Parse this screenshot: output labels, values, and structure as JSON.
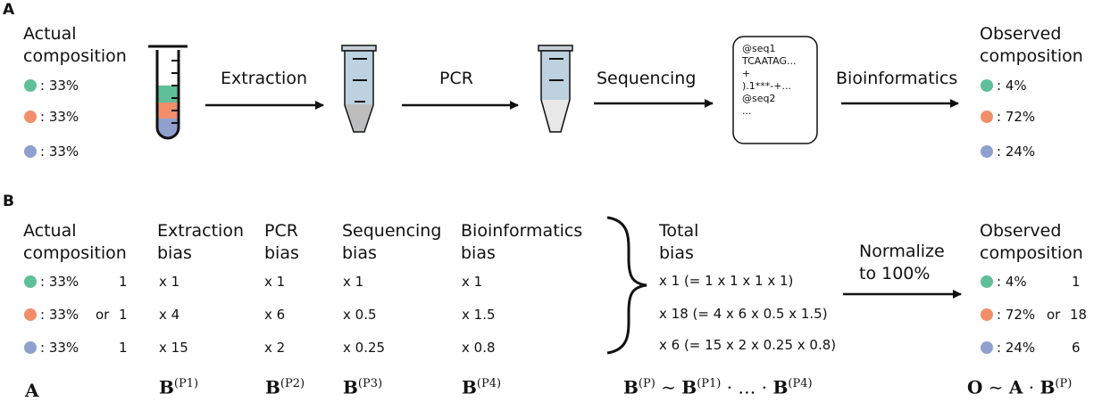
{
  "panels": {
    "a": "A",
    "b": "B"
  },
  "colors": {
    "green": "#5fbf99",
    "orange": "#f28e6a",
    "purple": "#8fa0cf"
  },
  "panel_a": {
    "actual_label_1": "Actual",
    "actual_label_2": "composition",
    "actual_values": [
      ": 33%",
      ": 33%",
      ": 33%"
    ],
    "steps": [
      "Extraction",
      "PCR",
      "Sequencing",
      "Bioinformatics"
    ],
    "fastq_lines": [
      "@seq1",
      "TCAATAG...",
      "+",
      ").1***-+...",
      "@seq2",
      "..."
    ],
    "observed_label_1": "Observed",
    "observed_label_2": "composition",
    "observed_values": [
      ": 4%",
      ": 72%",
      ": 24%"
    ]
  },
  "panel_b": {
    "actual_label_1": "Actual",
    "actual_label_2": "composition",
    "actual_values": [
      ": 33%",
      ": 33%",
      ": 33%"
    ],
    "or_text": "or",
    "relative_values": [
      "1",
      "1",
      "1"
    ],
    "bias_headers": [
      {
        "line1": "Extraction",
        "line2": "bias"
      },
      {
        "line1": "PCR",
        "line2": "bias"
      },
      {
        "line1": "Sequencing",
        "line2": "bias"
      },
      {
        "line1": "Bioinformatics",
        "line2": "bias"
      }
    ],
    "bias_columns": [
      [
        "x 1",
        "x 4",
        "x 15"
      ],
      [
        "x 1",
        "x 6",
        "x 2"
      ],
      [
        "x 1",
        "x 0.5",
        "x 0.25"
      ],
      [
        "x 1",
        "x 1.5",
        "x 0.8"
      ]
    ],
    "total_header_1": "Total",
    "total_header_2": "bias",
    "total_values": [
      "x 1 (= 1 x 1 x 1 x 1)",
      "x 18 (= 4 x 6 x 0.5 x 1.5)",
      "x 6 (= 15 x 2 x 0.25 x 0.8)"
    ],
    "normalize_1": "Normalize",
    "normalize_2": "to 100%",
    "observed_label_1": "Observed",
    "observed_label_2": "composition",
    "observed_values": [
      ": 4%",
      ": 72%",
      ": 24%"
    ],
    "observed_counts": [
      "1",
      "18",
      "6"
    ]
  },
  "formulas": {
    "A": "A",
    "B": "B",
    "P1": "(P1)",
    "P2": "(P2)",
    "P3": "(P3)",
    "P4": "(P4)",
    "P": "(P)",
    "sim": "∼",
    "dots": "· … ·",
    "O": "O",
    "cdot": "·"
  }
}
